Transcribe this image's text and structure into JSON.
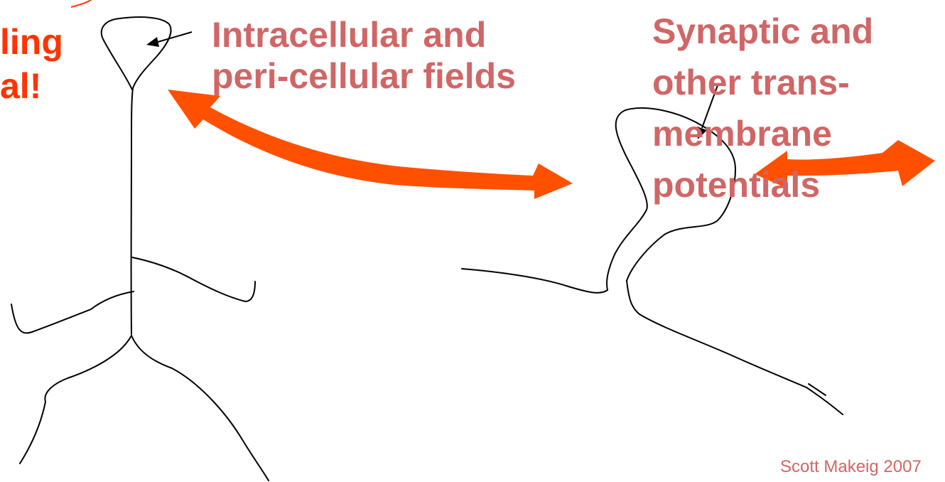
{
  "labels": {
    "cut_off_left": {
      "lines": [
        "ling",
        "al!"
      ]
    },
    "intracellular": {
      "lines": [
        "Intracellular and",
        "peri-cellular fields"
      ]
    },
    "synaptic": {
      "lines": [
        "Synaptic and",
        "other trans-",
        "membrane",
        "potentials"
      ]
    }
  },
  "credit": "Scott Makeig 2007",
  "colors": {
    "cut_off_text": "#ff3300",
    "label_text": "#d06666",
    "arrow_fill": "#ff5000",
    "neuron_stroke": "#000000"
  }
}
